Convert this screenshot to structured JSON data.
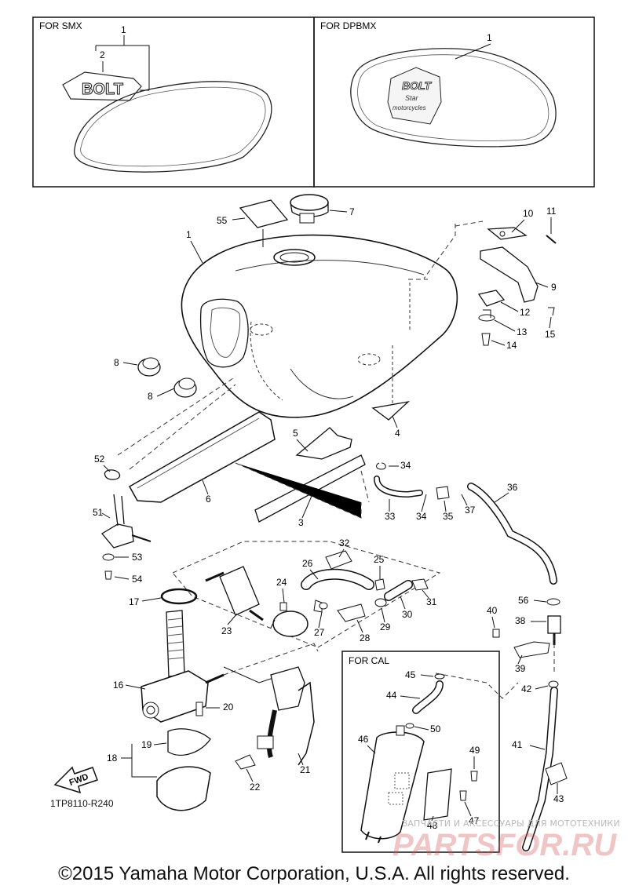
{
  "boxes": {
    "smx_label": "FOR SMX",
    "dpbmx_label": "FOR DPBMX",
    "cal_label": "FOR CAL"
  },
  "badges": {
    "smx_badge": "BOLT",
    "dpbmx_badge_line1": "BOLT",
    "dpbmx_badge_line2": "Star",
    "dpbmx_badge_line3": "motorcycles"
  },
  "fwd_label": "FWD",
  "figure_code": "1TP8110-R240",
  "watermark": {
    "line1": "ЗАПЧАСТИ И АКСЕССУАРЫ ДЛЯ МОТОТЕХНИКИ",
    "line2": "PARTSFOR.RU"
  },
  "copyright": "©2015 Yamaha Motor Corporation, U.S.A. All rights reserved.",
  "callouts": [
    "1",
    "2",
    "1",
    "55",
    "7",
    "1",
    "10",
    "11",
    "9",
    "12",
    "13",
    "15",
    "14",
    "8",
    "8",
    "5",
    "4",
    "52",
    "6",
    "34",
    "36",
    "3",
    "33",
    "34",
    "35",
    "37",
    "51",
    "53",
    "54",
    "32",
    "26",
    "25",
    "31",
    "24",
    "17",
    "23",
    "27",
    "28",
    "29",
    "30",
    "56",
    "40",
    "38",
    "39",
    "16",
    "20",
    "45",
    "44",
    "42",
    "19",
    "18",
    "22",
    "21",
    "50",
    "46",
    "49",
    "41",
    "47",
    "48",
    "43"
  ]
}
